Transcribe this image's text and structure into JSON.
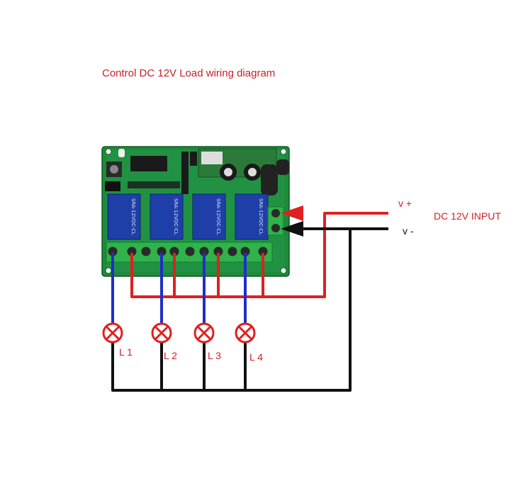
{
  "title": "Control DC 12V Load wiring diagram",
  "input": {
    "positive_label": "v +",
    "negative_label": "v -",
    "caption": "DC 12V INPUT"
  },
  "loads": [
    {
      "label": "L 1"
    },
    {
      "label": "L 2"
    },
    {
      "label": "L 3"
    },
    {
      "label": "L 4"
    }
  ],
  "board": {
    "relay_text": "SRA-12VDC-CL",
    "relay_count": 4
  },
  "colors": {
    "positive_wire": "#e02020",
    "negative_wire": "#111111",
    "load_wire": "#1f2fc8",
    "board": "#1f8a3a",
    "relay": "#1f3fa8",
    "terminal": "#2fb34a",
    "lamp": "#e02020",
    "text_red": "#c8202a"
  }
}
